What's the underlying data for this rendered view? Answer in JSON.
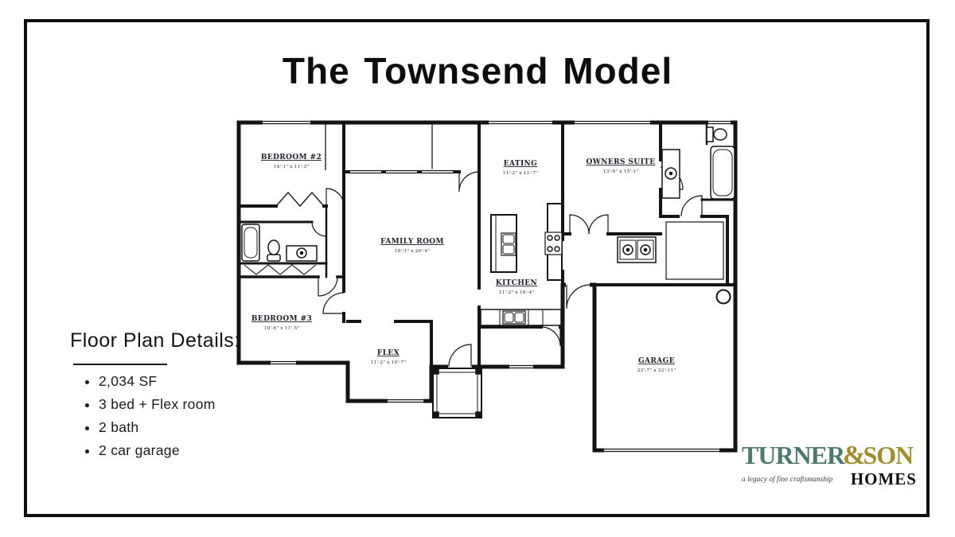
{
  "page": {
    "title": "The Townsend Model"
  },
  "details": {
    "heading": "Floor Plan Details:",
    "items": [
      "2,034 SF",
      "3 bed + Flex room",
      "2 bath",
      "2 car garage"
    ]
  },
  "plan": {
    "rooms": [
      {
        "name": "BEDROOM #2",
        "dims": "14'-1\" x 11'-3\""
      },
      {
        "name": "FAMILY ROOM",
        "dims": "18'-1\" x 20'-4\""
      },
      {
        "name": "EATING",
        "dims": "11'-2\" x 11'-7\""
      },
      {
        "name": "OWNERS SUITE",
        "dims": "13'-6\" x 15'-1\""
      },
      {
        "name": "KITCHEN",
        "dims": "11'-2\" x 16'-4\""
      },
      {
        "name": "BEDROOM #3",
        "dims": "10'-6\" x 11'-5\""
      },
      {
        "name": "FLEX",
        "dims": "11'-2\" x 10'-7\""
      },
      {
        "name": "GARAGE",
        "dims": "23'-7\" x 22'-11\""
      }
    ]
  },
  "logo": {
    "turner": "TURNER",
    "amp": "&",
    "son": "SON",
    "tagline": "a legacy of fine craftsmanship",
    "homes": "HOMES",
    "teal": "#4E7A6E",
    "gold": "#A08D2E"
  },
  "colors": {
    "wall": "#141414",
    "label": "#1d1d2b",
    "frame": "#0e0e0e"
  }
}
